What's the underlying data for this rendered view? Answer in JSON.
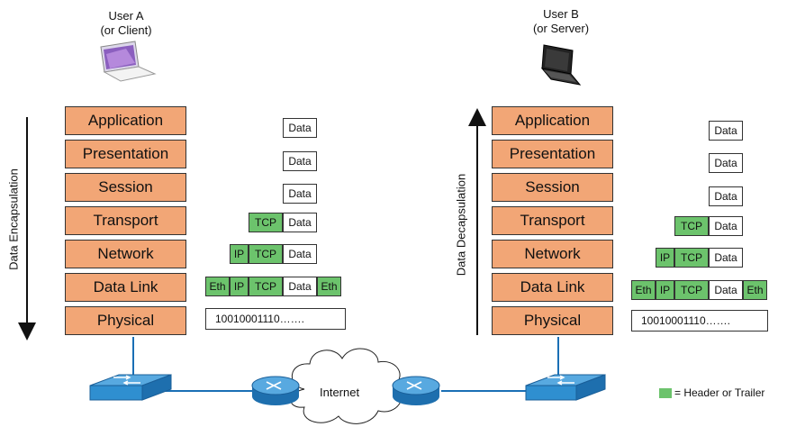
{
  "user_a": {
    "line1": "User A",
    "line2": "(or Client)"
  },
  "user_b": {
    "line1": "User B",
    "line2": "(or Server)"
  },
  "layers": [
    "Application",
    "Presentation",
    "Session",
    "Transport",
    "Network",
    "Data Link",
    "Physical"
  ],
  "pdu": {
    "data": "Data",
    "tcp": "TCP",
    "ip": "IP",
    "eth": "Eth",
    "bits": "10010001110……."
  },
  "left_axis_label": "Data Encapsulation",
  "right_axis_label": "Data Decapsulation",
  "internet_label": "Internet",
  "legend_label": "= Header or Trailer",
  "colors": {
    "layer": "#f2a676",
    "header": "#6cc36c",
    "line": "#1a6fb5",
    "device": "#2f8fd0"
  },
  "icons": [
    "laptop-icon",
    "switch-icon",
    "router-icon",
    "cloud-icon"
  ]
}
